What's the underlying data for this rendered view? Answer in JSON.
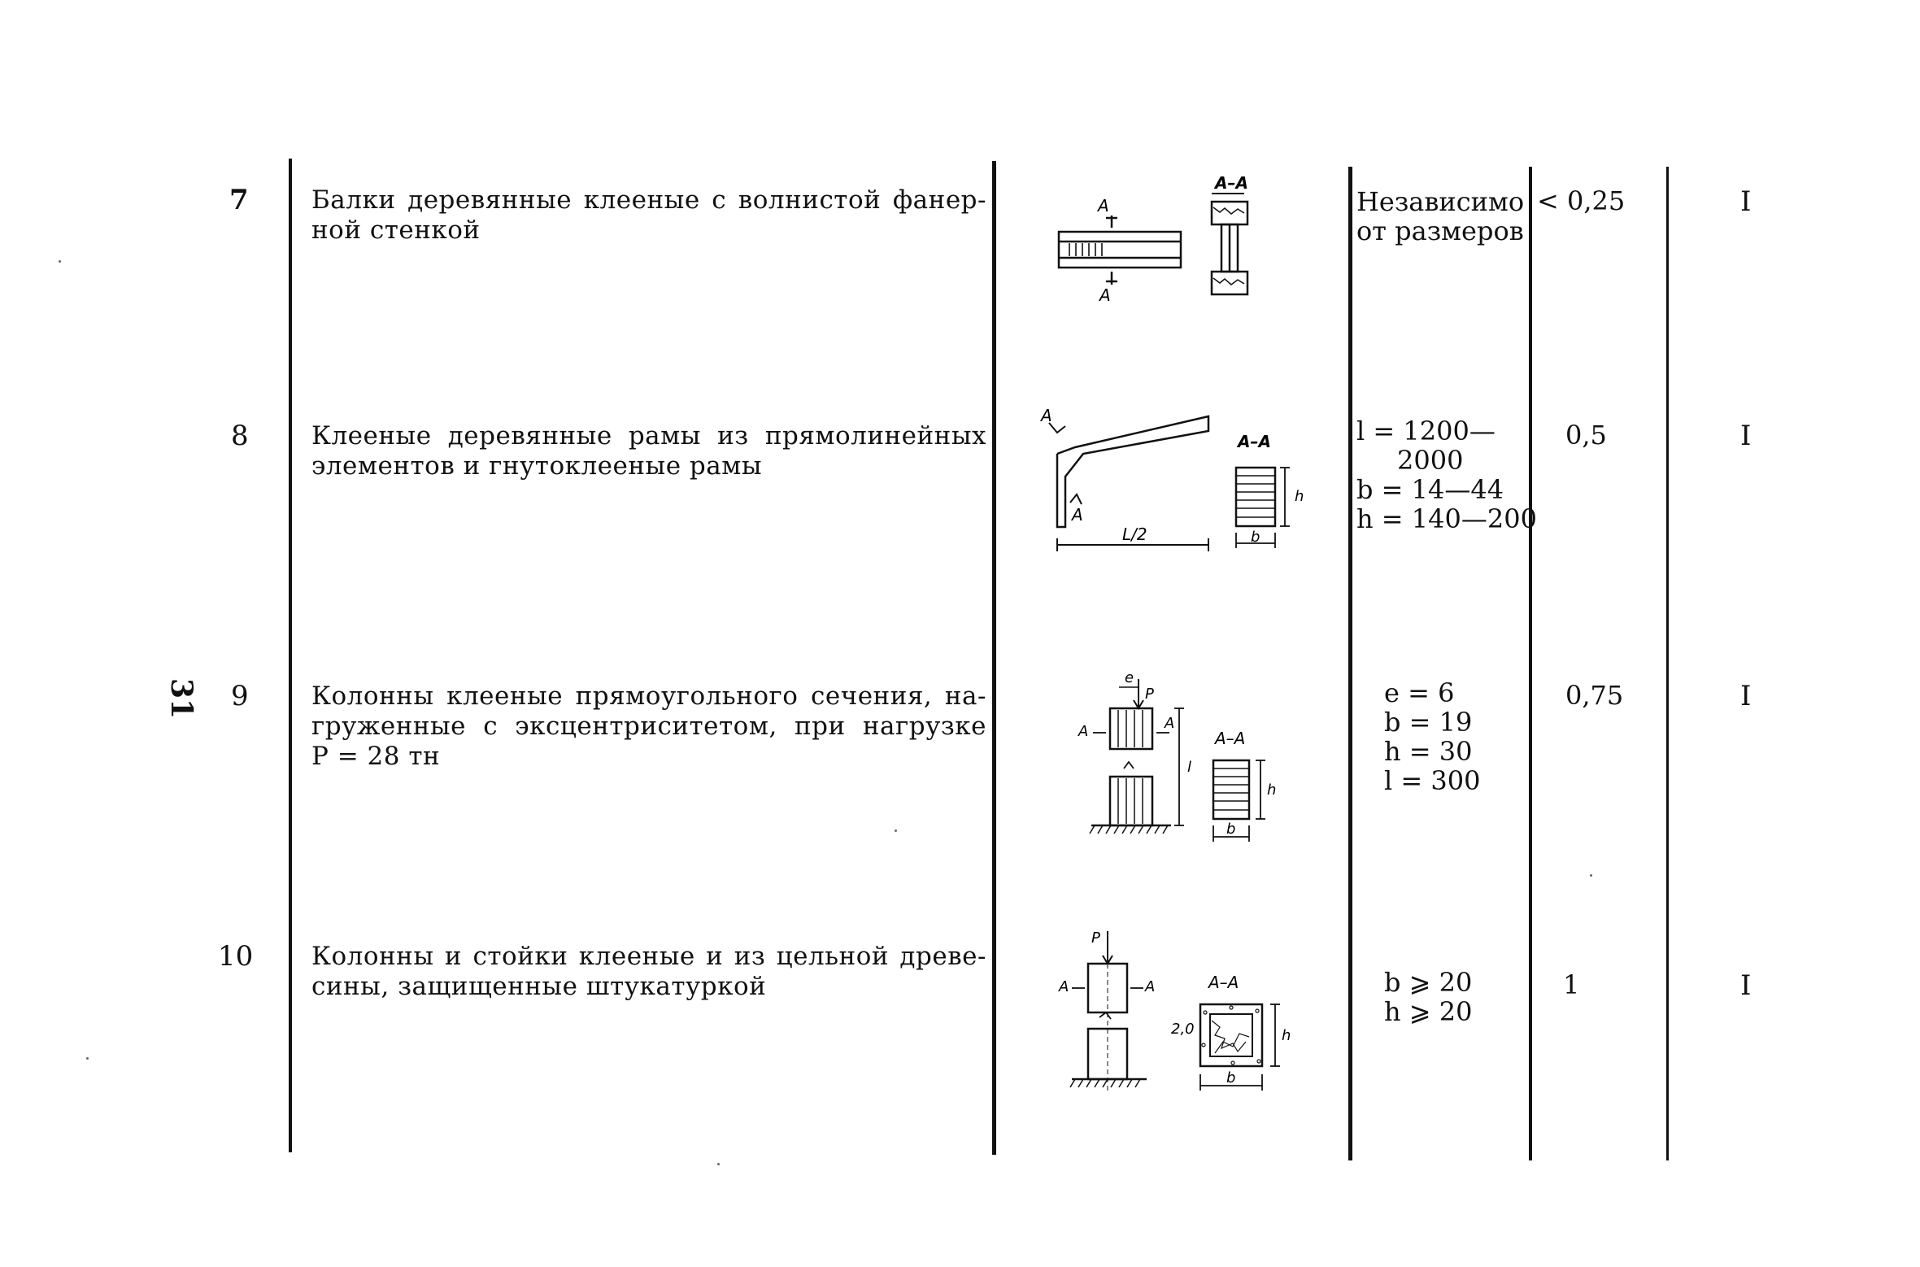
{
  "page_number": "31",
  "rows": [
    {
      "num": "7",
      "description": [
        "Балки деревянные клееные с волнистой фанер-",
        "ной стенкой"
      ],
      "sizes": [
        "Независимо",
        "от размеров"
      ],
      "ratio": "< 0,25",
      "class": "I",
      "figure_labels": {
        "sec": "A",
        "sec_bottom": "A",
        "section": "A–A"
      }
    },
    {
      "num": "8",
      "description": [
        "Клееные деревянные рамы из прямолинейных",
        "элементов и гнутоклееные рамы"
      ],
      "sizes": [
        "l = 1200—",
        "2000",
        "b = 14—44",
        "h = 140—200"
      ],
      "ratio": "0,5",
      "class": "I",
      "figure_labels": {
        "sec1": "A",
        "sec2": "A",
        "span": "L/2",
        "section": "A–A",
        "h": "h",
        "b": "b"
      }
    },
    {
      "num": "9",
      "description": [
        "Колонны клееные прямоугольного сечения, на-",
        "груженные с эксцентриситетом, при нагрузке",
        "P = 28 тн"
      ],
      "sizes": [
        "e = 6",
        "b = 19",
        "h = 30",
        "l = 300"
      ],
      "ratio": "0,75",
      "class": "I",
      "figure_labels": {
        "e": "e",
        "p": "P",
        "a_left": "A",
        "a_right": "A",
        "l": "l",
        "section": "A–A",
        "h": "h",
        "b": "b"
      }
    },
    {
      "num": "10",
      "description": [
        "Колонны и стойки клееные и из цельной древе-",
        "сины, защищенные штукатуркой"
      ],
      "sizes": [
        "b ⩾ 20",
        "h ⩾ 20"
      ],
      "ratio": "1",
      "class": "I",
      "figure_labels": {
        "p": "P",
        "a_left": "A",
        "a_right": "A",
        "section": "A–A",
        "plaster": "2,0",
        "h": "h",
        "b": "b"
      }
    }
  ]
}
